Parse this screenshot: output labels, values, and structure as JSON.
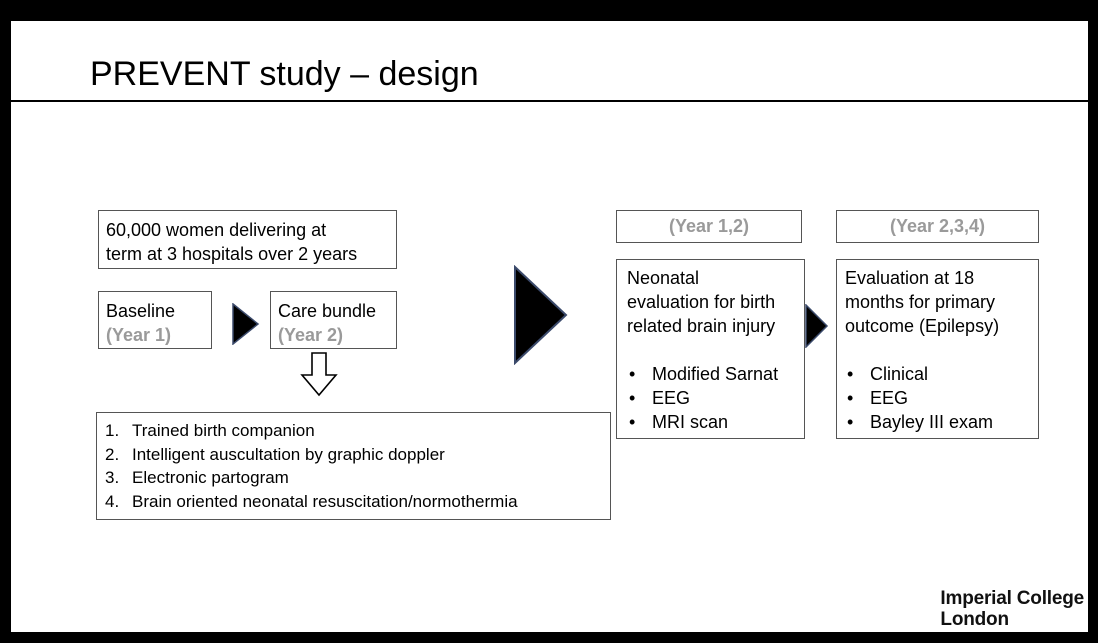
{
  "title": "PREVENT study – design",
  "cohort": {
    "line1": "60,000 women delivering at",
    "line2": "term at 3 hospitals over 2 years"
  },
  "baseline": {
    "label": "Baseline",
    "year": "(Year 1)"
  },
  "care_bundle": {
    "label": "Care bundle",
    "year": "(Year 2)"
  },
  "interventions": [
    {
      "num": "1.",
      "text": "Trained birth companion"
    },
    {
      "num": "2.",
      "text": "Intelligent auscultation by graphic doppler"
    },
    {
      "num": "3.",
      "text": "Electronic partogram"
    },
    {
      "num": "4.",
      "text": "Brain oriented neonatal resuscitation/normothermia"
    }
  ],
  "neonatal": {
    "header": "(Year 1,2)",
    "lines": [
      "Neonatal",
      "evaluation for birth",
      "related brain injury"
    ],
    "items": [
      "Modified Sarnat",
      "EEG",
      "MRI scan"
    ]
  },
  "followup": {
    "header": "(Year 2,3,4)",
    "lines": [
      "Evaluation at 18",
      "months for primary",
      "outcome (Epilepsy)"
    ],
    "items": [
      "Clinical",
      "EEG",
      "Bayley III exam"
    ]
  },
  "logo": {
    "line1": "Imperial College",
    "line2": "London"
  },
  "colors": {
    "arrow_fill": "#000000",
    "arrow_edge": "#3b4a6b",
    "header_text": "#9a9a9a"
  }
}
